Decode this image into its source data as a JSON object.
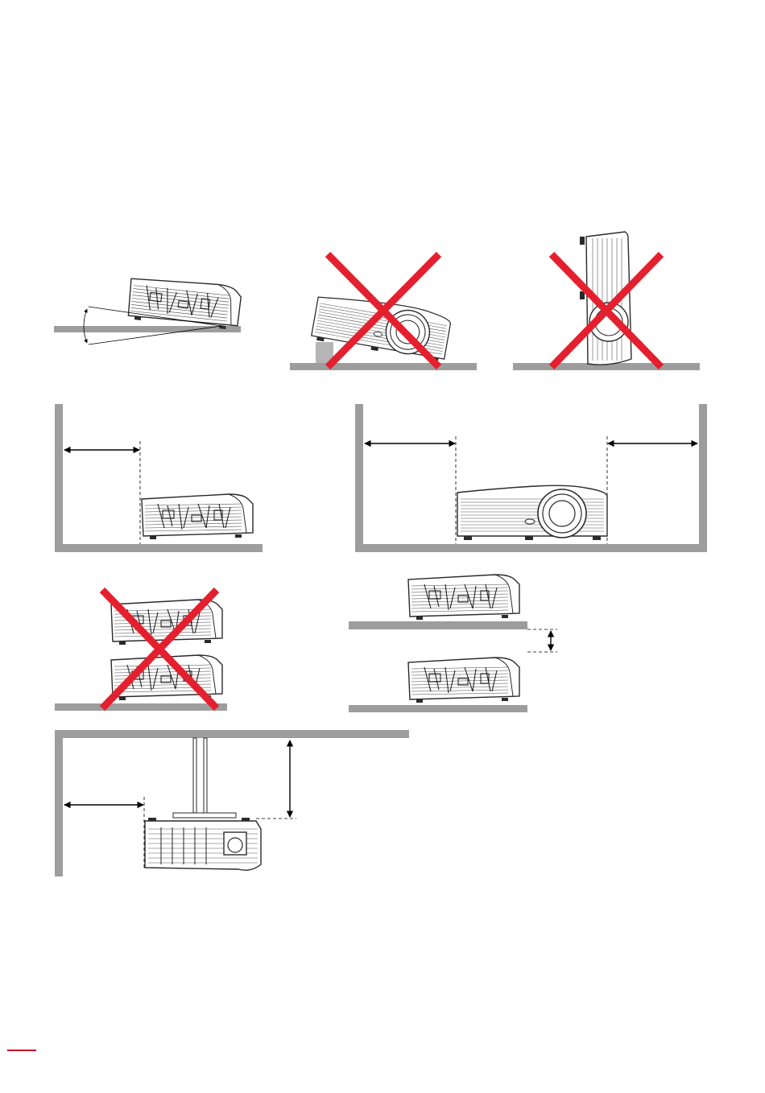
{
  "colors": {
    "surface": "#9d9d9d",
    "forbidden": "#e5202e",
    "outline": "#2a2a2a",
    "accent": "#c8102e"
  },
  "figures": {
    "tilt": {
      "status": "allowed"
    },
    "front_raised": {
      "status": "forbidden"
    },
    "vertical": {
      "status": "forbidden"
    },
    "side_clearance": {
      "status": "allowed"
    },
    "rear_clearance": {
      "status": "allowed"
    },
    "stacked_direct": {
      "status": "forbidden"
    },
    "stacked_shelves": {
      "status": "allowed"
    },
    "ceiling_mount": {
      "status": "allowed"
    }
  }
}
